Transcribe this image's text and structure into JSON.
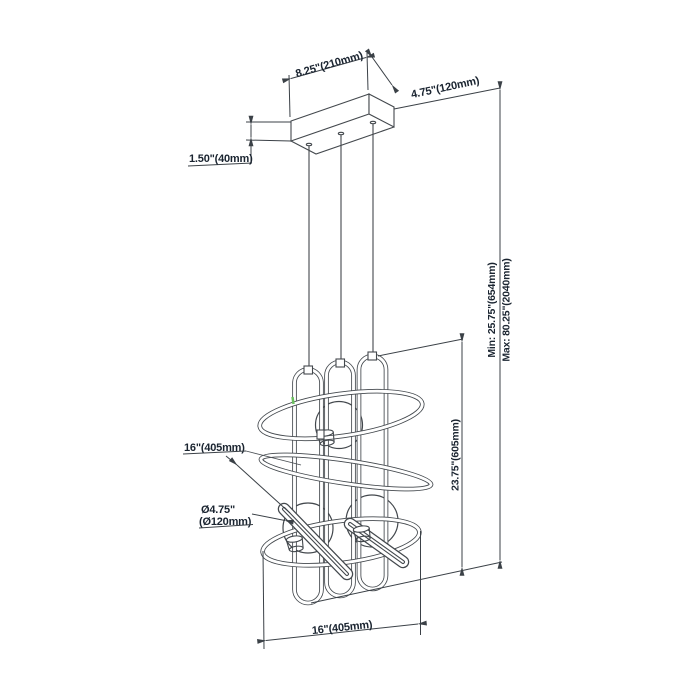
{
  "drawing": {
    "title": "pendant-light-fixture-dimension-drawing",
    "labels": {
      "canopy_width": "8.25\"(210mm)",
      "canopy_depth": "4.75\"(120mm)",
      "canopy_height": "1.50\"(40mm)",
      "ring_diameter": "16\"(405mm)",
      "globe_diameter_line1": "Ø4.75\"",
      "globe_diameter_line2": "(Ø120mm)",
      "fixture_height": "23.75\"(605mm)",
      "min_overall_height": "Min: 25.75\"(654mm)",
      "max_overall_height": "Max: 80.25\"(2040mm)",
      "fixture_width": "16\"(405mm)"
    },
    "colors": {
      "line": "#43484d",
      "dimension_text": "#1a2430",
      "background": "#ffffff",
      "accent_tick": "#6abf5e"
    }
  }
}
